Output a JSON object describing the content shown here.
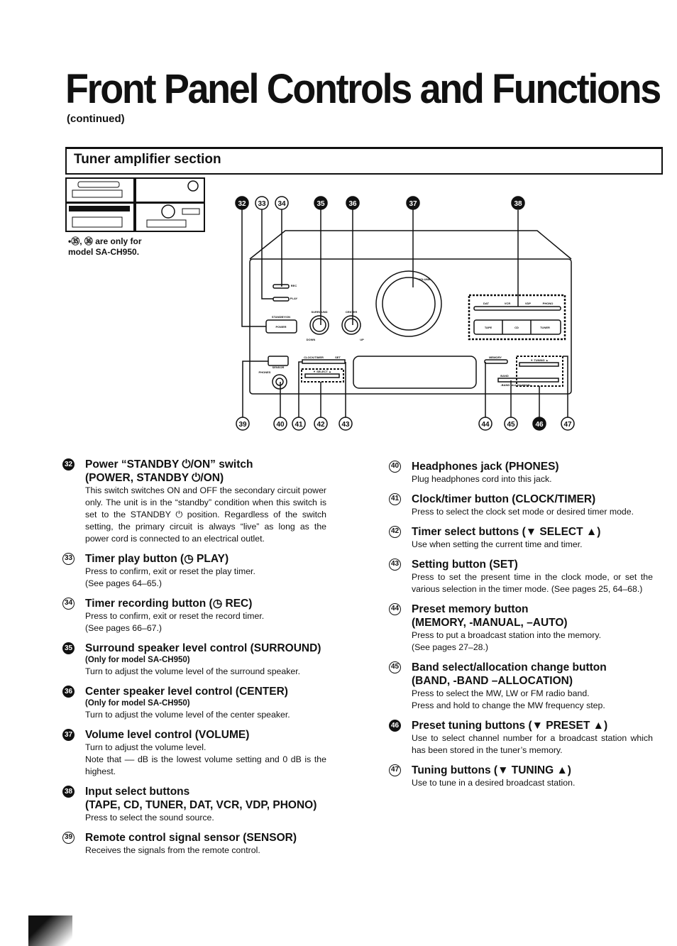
{
  "title": "Front Panel Controls and Functions",
  "continued": "(continued)",
  "section": "Tuner amplifier section",
  "note": {
    "line1": "•㉟, ㊱ are only for",
    "line2": "model SA-CH950."
  },
  "diagram": {
    "callouts_top": [
      "32",
      "33",
      "34",
      "35",
      "36",
      "37",
      "38"
    ],
    "callouts_bottom": [
      "39",
      "40",
      "41",
      "42",
      "43",
      "44",
      "45",
      "46",
      "47"
    ],
    "labels": {
      "rec": "REC",
      "play": "PLAY",
      "standby": "STANDBY/ON",
      "power": "POWER",
      "surround": "SURROUND",
      "center": "CENTER",
      "down": "DOWN",
      "up": "UP",
      "volume": "VOLUME",
      "dat": "DAT",
      "vcr": "VCR",
      "vdp": "VDP",
      "phono": "PHONO",
      "tape": "TAPE",
      "cd": "CD",
      "tuner": "TUNER",
      "clock": "CLOCK/TIMER",
      "set": "SET",
      "select": "▼ SELECT ▲",
      "sensor": "SENSOR",
      "phones": "PHONES",
      "memory": "MEMORY",
      "tuning": "▼ TUNING ▲",
      "band": "BAND",
      "alloc": "-BAND -ALLOCATION"
    }
  },
  "left": [
    {
      "num": "32",
      "filled": true,
      "head": [
        "Power “STANDBY ⏻/ON” switch",
        "(POWER, STANDBY ⏻/ON)"
      ],
      "sub": "",
      "body": "This switch switches ON and OFF the secondary circuit power only. The unit is in the “standby” condition when this switch is set to the STANDBY ⏻ position. Regardless of the switch setting, the primary circuit is always “live” as long as the power cord is connected to an electrical outlet."
    },
    {
      "num": "33",
      "filled": false,
      "head": [
        "Timer play button (◷ PLAY)"
      ],
      "sub": "",
      "body": "Press to confirm, exit or reset the play timer.\n(See pages 64–65.)"
    },
    {
      "num": "34",
      "filled": false,
      "head": [
        "Timer recording button (◷ REC)"
      ],
      "sub": "",
      "body": "Press to confirm, exit or reset the record timer.\n(See pages 66–67.)"
    },
    {
      "num": "35",
      "filled": true,
      "head": [
        "Surround speaker level control (SURROUND)"
      ],
      "sub": "(Only for model SA-CH950)",
      "body": "Turn to adjust the volume level of the surround speaker."
    },
    {
      "num": "36",
      "filled": true,
      "head": [
        "Center speaker level control (CENTER)"
      ],
      "sub": "(Only for model SA-CH950)",
      "body": "Turn to adjust the volume level of the center speaker."
    },
    {
      "num": "37",
      "filled": true,
      "head": [
        "Volume level control (VOLUME)"
      ],
      "sub": "",
      "body": "Turn to adjust the volume level.\nNote that –– dB is the lowest volume setting and 0 dB is the highest."
    },
    {
      "num": "38",
      "filled": true,
      "head": [
        "Input select buttons",
        "(TAPE, CD, TUNER, DAT, VCR, VDP, PHONO)"
      ],
      "sub": "",
      "body": "Press to select the sound source."
    },
    {
      "num": "39",
      "filled": false,
      "head": [
        "Remote control signal sensor (SENSOR)"
      ],
      "sub": "",
      "body": "Receives the signals from the remote control."
    }
  ],
  "right": [
    {
      "num": "40",
      "filled": false,
      "head": [
        "Headphones jack (PHONES)"
      ],
      "sub": "",
      "body": "Plug headphones cord into this jack."
    },
    {
      "num": "41",
      "filled": false,
      "head": [
        "Clock/timer button (CLOCK/TIMER)"
      ],
      "sub": "",
      "body": "Press to select the clock set mode or desired timer mode."
    },
    {
      "num": "42",
      "filled": false,
      "head": [
        "Timer select buttons (▼ SELECT ▲)"
      ],
      "sub": "",
      "body": "Use when setting the current time and timer."
    },
    {
      "num": "43",
      "filled": false,
      "head": [
        "Setting button (SET)"
      ],
      "sub": "",
      "body": "Press to set the present time in the clock mode, or set the various selection in the timer mode. (See pages 25, 64–68.)"
    },
    {
      "num": "44",
      "filled": false,
      "head": [
        "Preset memory button",
        "(MEMORY, -MANUAL, –AUTO)"
      ],
      "sub": "",
      "body": "Press to put a broadcast station into the memory.\n(See pages 27–28.)"
    },
    {
      "num": "45",
      "filled": false,
      "head": [
        "Band select/allocation change button",
        "(BAND, -BAND –ALLOCATION)"
      ],
      "sub": "",
      "body": "Press to select the MW, LW or FM radio band.\nPress and hold to change the MW frequency step."
    },
    {
      "num": "46",
      "filled": true,
      "head": [
        "Preset tuning buttons (▼ PRESET ▲)"
      ],
      "sub": "",
      "body": "Use to select channel number for a broadcast station which has been stored in the tuner’s memory."
    },
    {
      "num": "47",
      "filled": false,
      "head": [
        "Tuning buttons (▼ TUNING ▲)"
      ],
      "sub": "",
      "body": "Use to tune in a desired broadcast station."
    }
  ]
}
